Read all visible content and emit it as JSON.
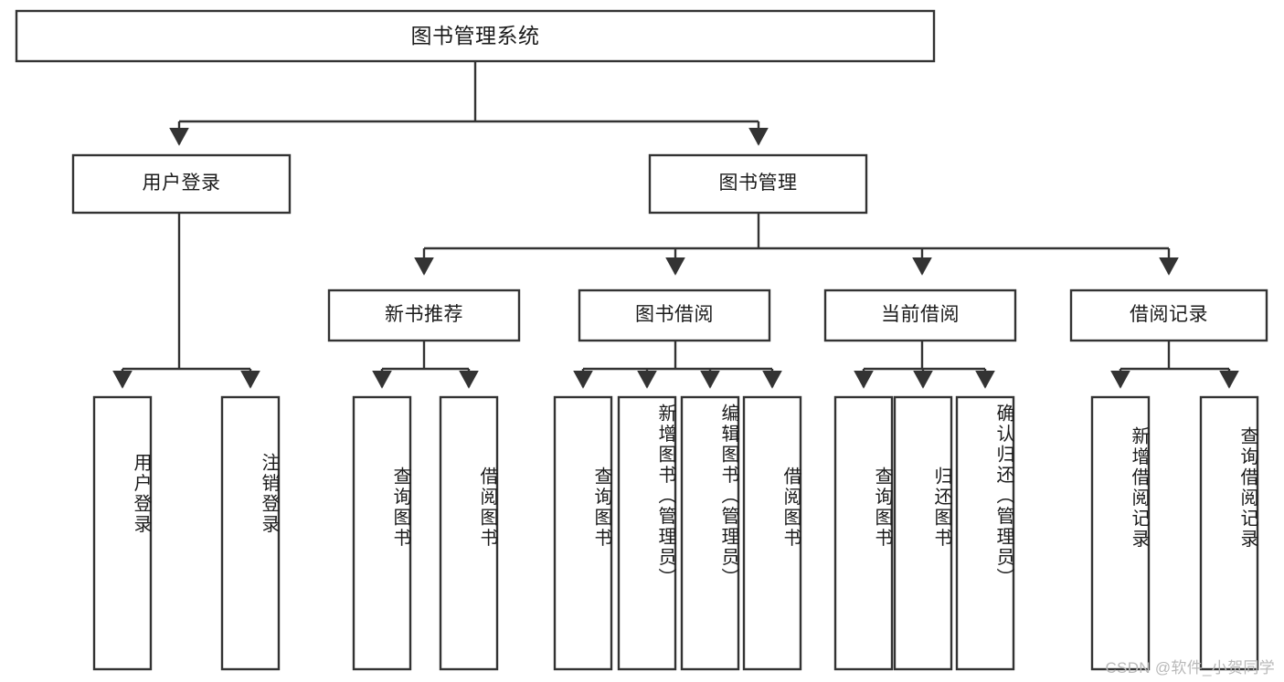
{
  "diagram": {
    "type": "tree",
    "title": "图书管理系统",
    "watermark": "CSDN @软件_小贺同学",
    "colors": {
      "box_stroke": "#333333",
      "box_fill": "#ffffff",
      "text": "#1b1b1b",
      "watermark": "#b9b9b9",
      "background": "#ffffff"
    },
    "nodes": {
      "root": {
        "label": "图书管理系统",
        "level": 1
      },
      "l2": [
        {
          "label": "用户登录",
          "level": 2
        },
        {
          "label": "图书管理",
          "level": 2
        }
      ],
      "l3": [
        {
          "label": "新书推荐",
          "level": 3
        },
        {
          "label": "图书借阅",
          "level": 3
        },
        {
          "label": "当前借阅",
          "level": 3
        },
        {
          "label": "借阅记录",
          "level": 3
        }
      ],
      "leaves": [
        {
          "label": "用户登录",
          "parent": "用户登录",
          "level": 3
        },
        {
          "label": "注销登录",
          "parent": "用户登录",
          "level": 3
        },
        {
          "label": "查询图书",
          "parent": "新书推荐",
          "level": 4
        },
        {
          "label": "借阅图书",
          "parent": "新书推荐",
          "level": 4
        },
        {
          "label": "查询图书",
          "parent": "图书借阅",
          "level": 4
        },
        {
          "label": "新增图书（管理员）",
          "parent": "图书借阅",
          "level": 4
        },
        {
          "label": "编辑图书（管理员）",
          "parent": "图书借阅",
          "level": 4
        },
        {
          "label": "借阅图书",
          "parent": "图书借阅",
          "level": 4
        },
        {
          "label": "查询图书",
          "parent": "当前借阅",
          "level": 4
        },
        {
          "label": "归还图书",
          "parent": "当前借阅",
          "level": 4
        },
        {
          "label": "确认归还（管理员）",
          "parent": "当前借阅",
          "level": 4
        },
        {
          "label": "新增借阅记录",
          "parent": "借阅记录",
          "level": 4
        },
        {
          "label": "查询借阅记录",
          "parent": "借阅记录",
          "level": 4
        }
      ]
    }
  }
}
